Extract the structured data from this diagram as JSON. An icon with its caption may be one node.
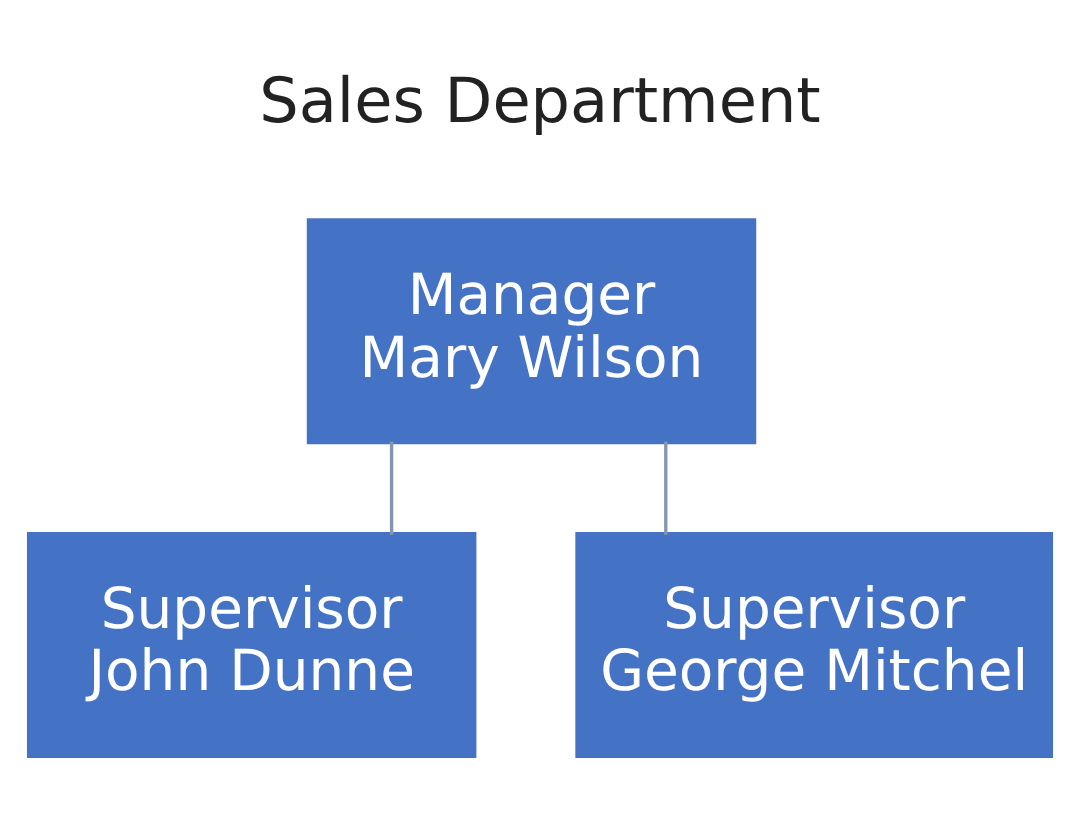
{
  "diagram": {
    "title": "Sales Department",
    "nodes": [
      {
        "text": [
          "Manager",
          "Mary Wilson"
        ]
      },
      {
        "text": [
          "Supervisor",
          "John Dunne"
        ]
      },
      {
        "text": [
          "Supervisor",
          "George Mitchel"
        ]
      }
    ],
    "edges": [
      {
        "from": 0,
        "to": 1,
        "arrow": "none"
      },
      {
        "from": 0,
        "to": 2,
        "arrow": "none"
      }
    ]
  }
}
